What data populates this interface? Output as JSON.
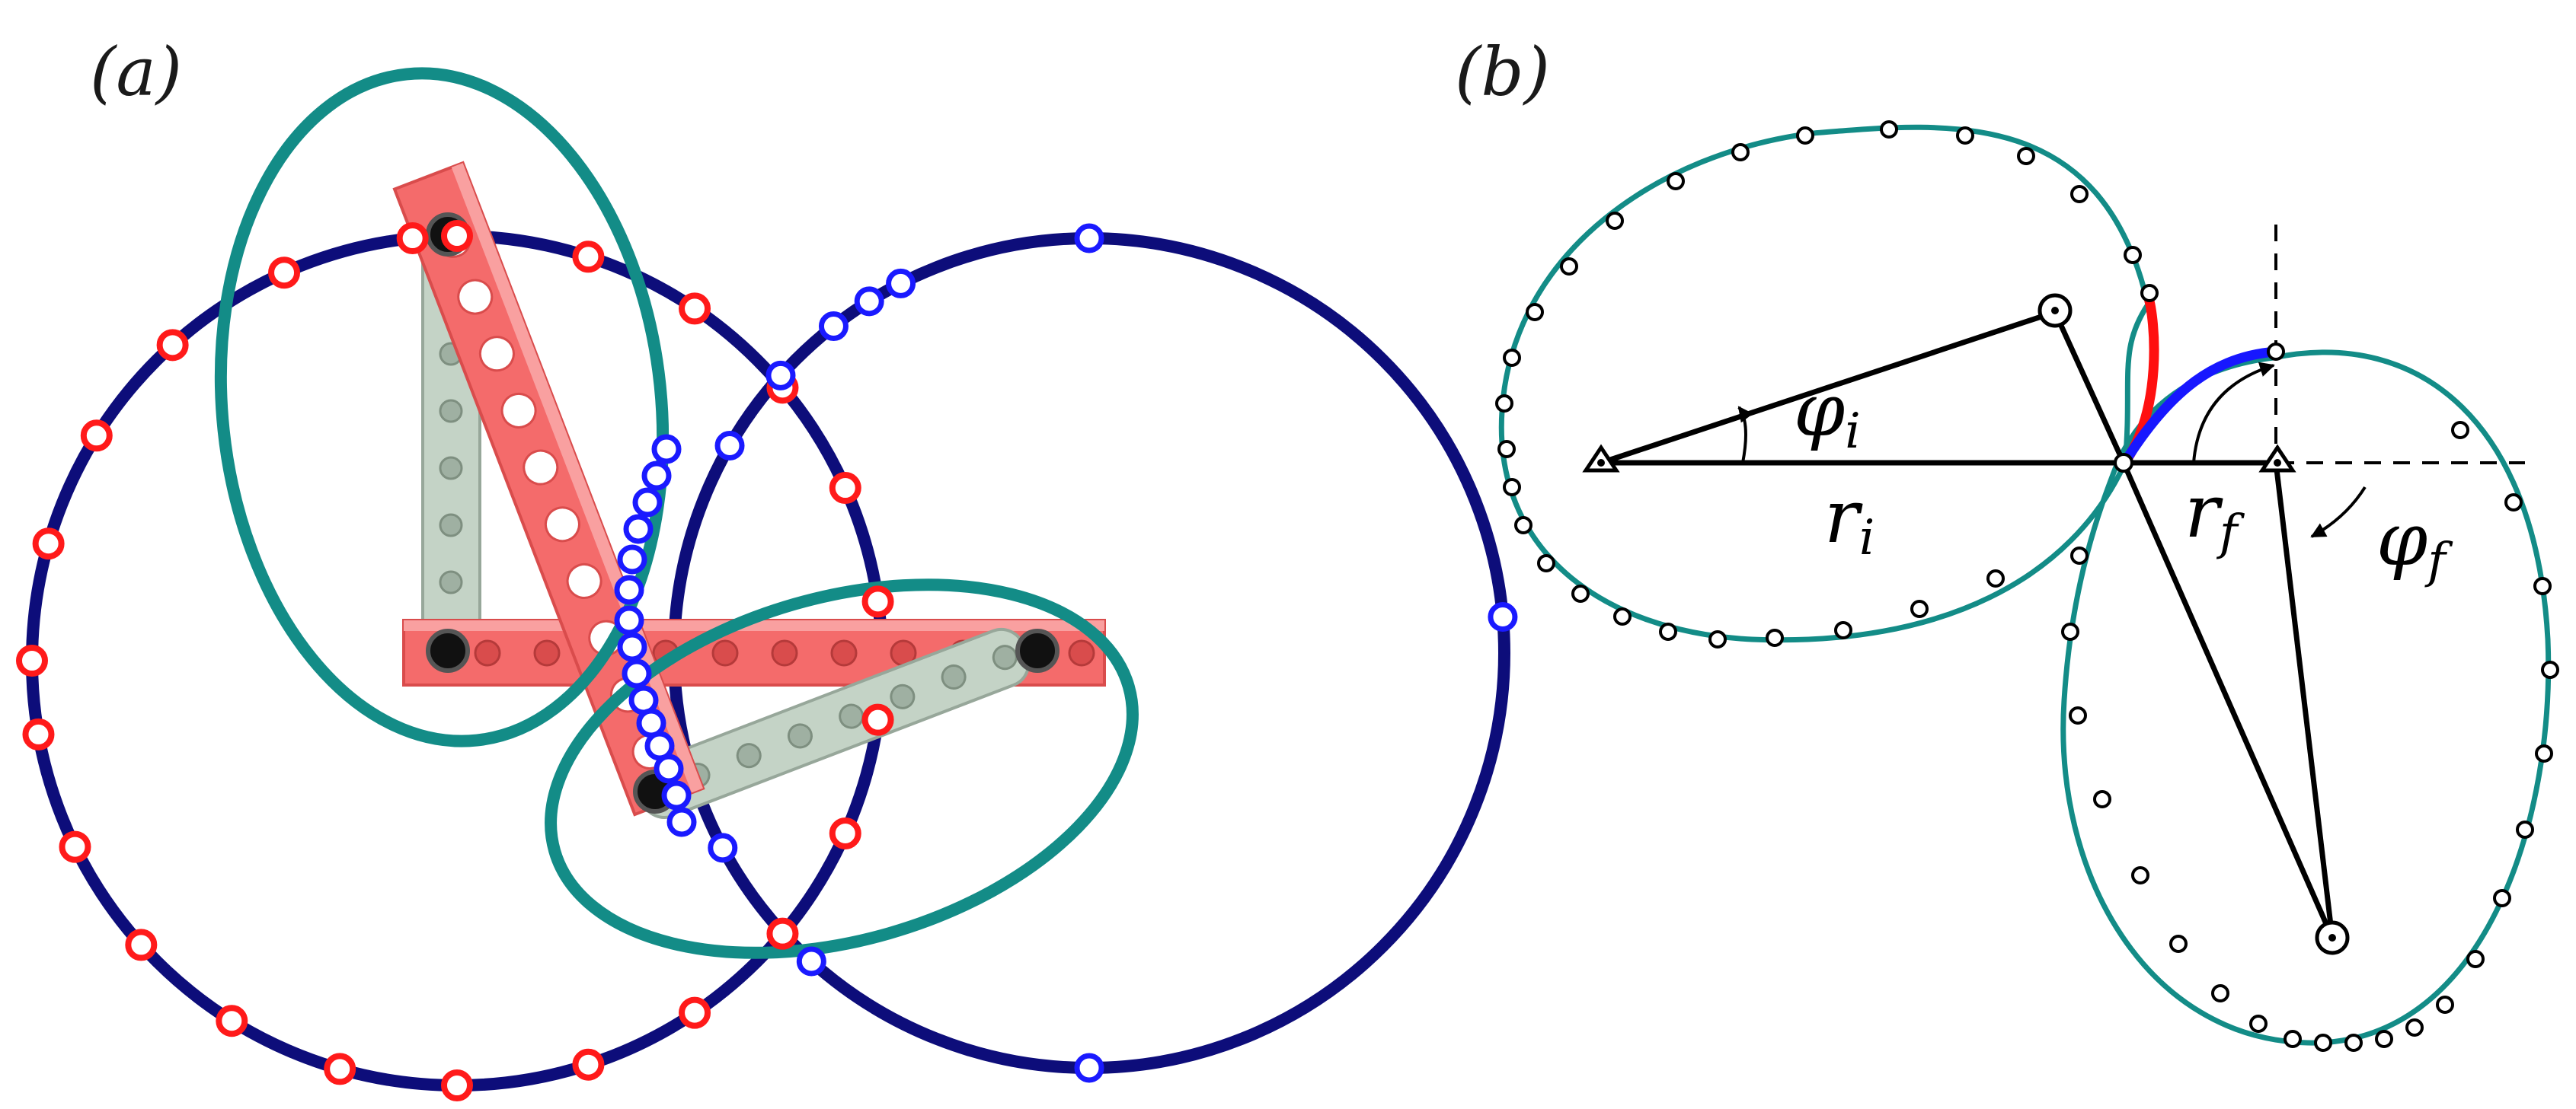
{
  "panel_a": {
    "label": "(a)"
  },
  "panel_b": {
    "label": "(b)",
    "symbols": {
      "phi_i": "φ",
      "phi_i_sub": "i",
      "r_i": "r",
      "r_i_sub": "i",
      "r_f": "r",
      "r_f_sub": "f",
      "phi_f": "φ",
      "phi_f_sub": "f"
    }
  },
  "colors": {
    "navy_circle": "#0d0d7a",
    "teal_ellipse": "#138c87",
    "red_marker": "#ff1a1a",
    "blue_marker": "#1a1aff",
    "lego_red": "#f46b6b",
    "lego_red_dark": "#d94c4c",
    "lego_gray": "#c4d3c6",
    "lego_gray_dark": "#97a79a",
    "black": "#000000",
    "arc_red": "#ff1010",
    "arc_blue": "#1717ff"
  }
}
